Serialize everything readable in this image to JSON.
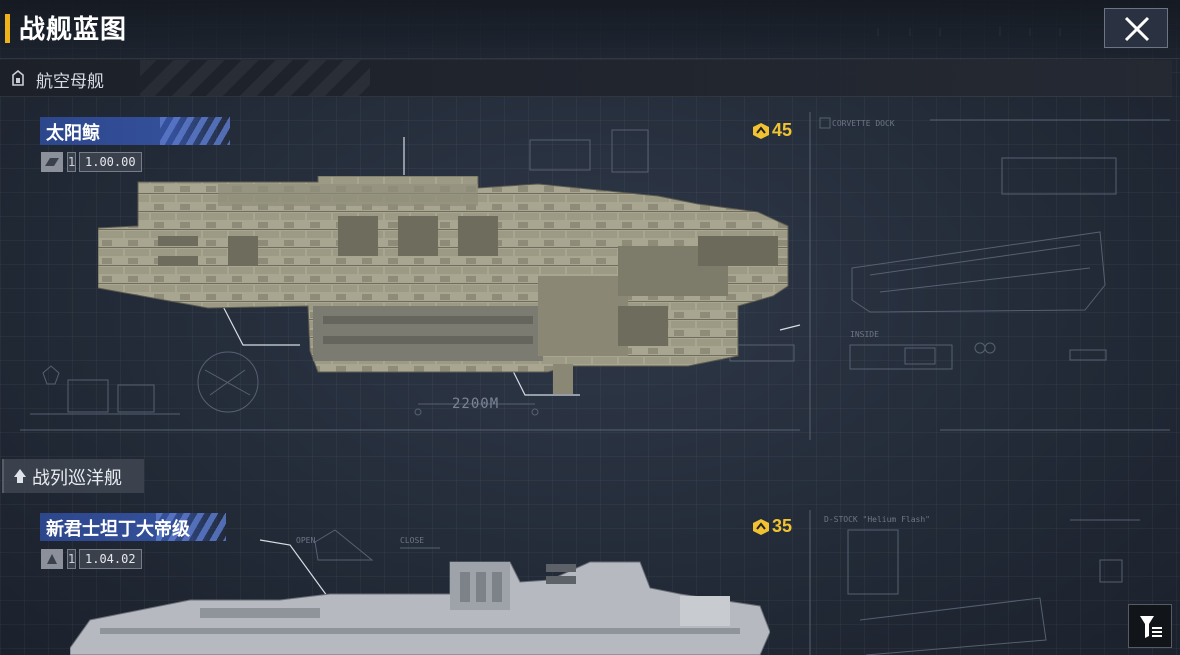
{
  "header": {
    "title": "战舰蓝图",
    "close_icon": "close-icon"
  },
  "sections": [
    {
      "label": "航空母舰",
      "icon": "carrier-class-icon"
    },
    {
      "label": "战列巡洋舰",
      "icon": "battlecruiser-class-icon"
    }
  ],
  "ships": [
    {
      "name": "太阳鲸",
      "version_digit": "1",
      "version": "1.00.00",
      "cost": "45",
      "scale": "2200M",
      "annotations": [
        "CORVETTE DOCK",
        "INSIDE"
      ]
    },
    {
      "name": "新君士坦丁大帝级",
      "version_digit": "1",
      "version": "1.04.02",
      "cost": "35",
      "annotations": [
        "D-STOCK \"Helium Flash\"",
        "OPEN",
        "CLOSE"
      ]
    }
  ],
  "filter_icon": "filter-icon",
  "colors": {
    "accent": "#f0b21a",
    "cost": "#f1c232",
    "name_plate": "#34509a",
    "background": "#222a37"
  }
}
